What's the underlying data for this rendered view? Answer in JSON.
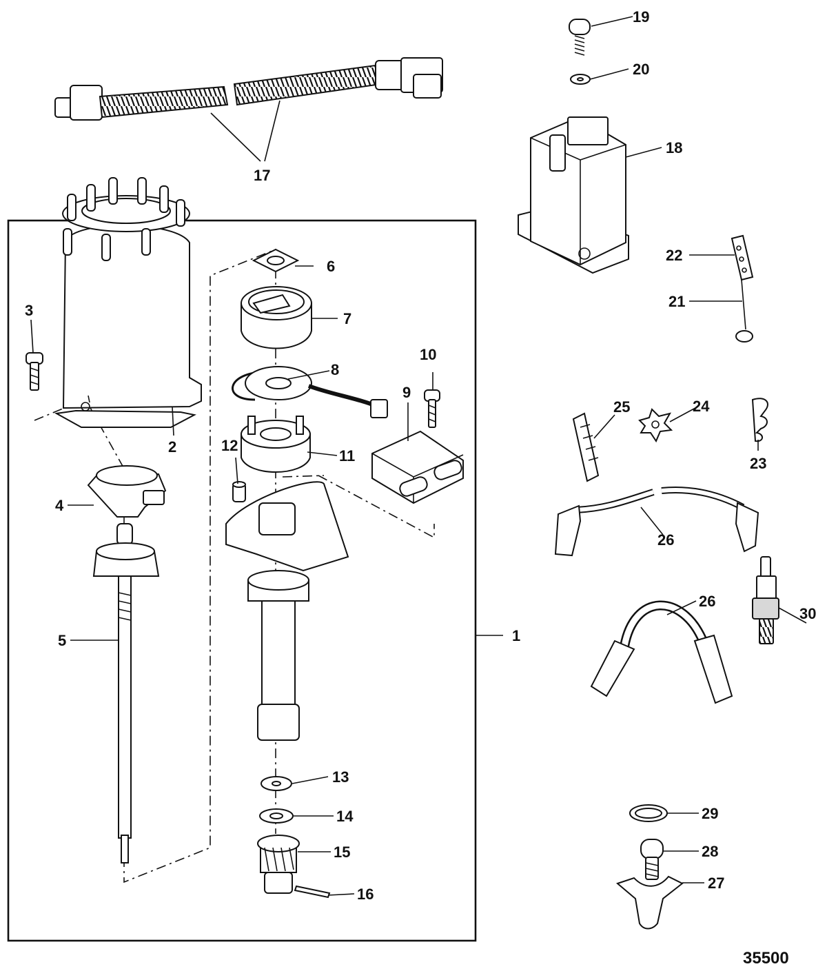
{
  "figure_id": "35500",
  "callouts": {
    "c1": "1",
    "c2": "2",
    "c3": "3",
    "c4": "4",
    "c5": "5",
    "c6": "6",
    "c7": "7",
    "c8": "8",
    "c9": "9",
    "c10": "10",
    "c11": "11",
    "c12": "12",
    "c13": "13",
    "c14": "14",
    "c15": "15",
    "c16": "16",
    "c17": "17",
    "c18": "18",
    "c19": "19",
    "c20": "20",
    "c21": "21",
    "c22": "22",
    "c23": "23",
    "c24": "24",
    "c25": "25",
    "c26a": "26",
    "c26b": "26",
    "c27": "27",
    "c28": "28",
    "c29": "29",
    "c30": "30"
  }
}
